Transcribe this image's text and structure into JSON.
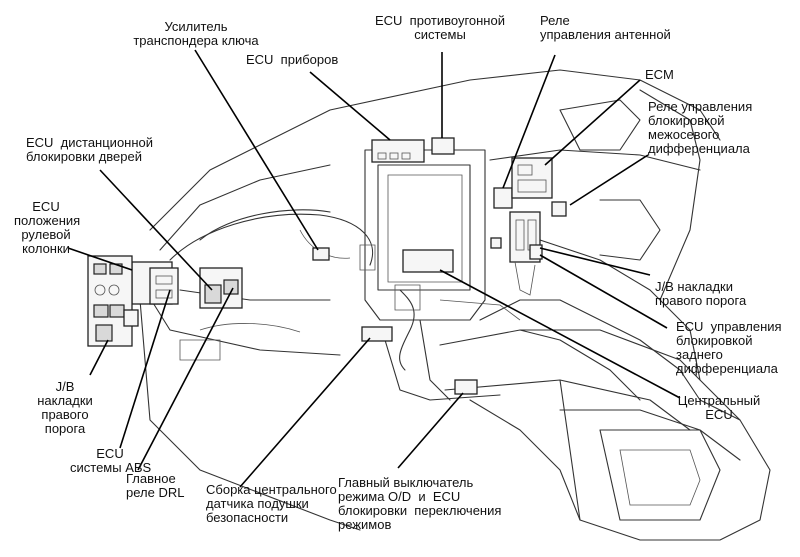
{
  "labels": {
    "transponder_amp": "Усилитель\nтранспондера ключа",
    "ecu_antitheft": "ECU  противоугонной\nсистемы",
    "antenna_relay": "Реле\nуправления антенной",
    "ecu_instruments": "ECU  приборов",
    "ecm": "ECM",
    "diff_lock_relay": "Реле управления\nблокировкой\nмежосевого\nдифференциала",
    "ecu_door_lock": "ECU  дистанционной\nблокировки дверей",
    "ecu_steering": "ECU\nположения\nрулевой\nколонки",
    "jb_right_sill": "J/B накладки\nправого порога",
    "ecu_rear_diff": "ECU  управления\nблокировкой\nзаднего\nдифференциала",
    "central_ecu": "Центральный\nECU",
    "jb_left": "J/B\nнакладки\nправого\nпорога",
    "ecu_abs": "ECU\nсистемы ABS",
    "drl_relay": "Главное\nреле DRL",
    "airbag_sensor": "Сборка центрального\nдатчика подушки\nбезопасности",
    "od_switch": "Главный выключатель\nрежима O/D  и  ECU\nблокировки  переключения\nрежимов"
  }
}
